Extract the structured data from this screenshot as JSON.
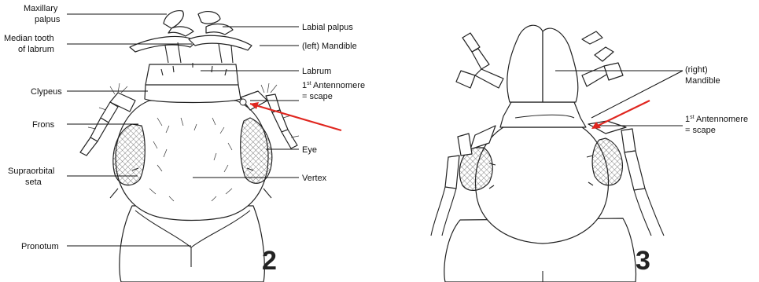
{
  "figure2": {
    "number": "2",
    "labels": {
      "maxillary_palpus_1": "Maxillary",
      "maxillary_palpus_2": "palpus",
      "median_tooth_1": "Median tooth",
      "median_tooth_2": "of labrum",
      "clypeus": "Clypeus",
      "frons": "Frons",
      "supraorbital_1": "Supraorbital",
      "supraorbital_2": "seta",
      "pronotum": "Pronotum",
      "labial_palpus": "Labial palpus",
      "left_mandible": "(left) Mandible",
      "labrum": "Labrum",
      "antennomere_num": "1",
      "antennomere_sup": "st",
      "antennomere_text": " Antennomere",
      "scape": "= scape",
      "eye": "Eye",
      "vertex": "Vertex"
    }
  },
  "figure3": {
    "number": "3",
    "labels": {
      "right_1": "(right)",
      "right_2": "Mandible",
      "antennomere_num": "1",
      "antennomere_sup": "st",
      "antennomere_text": " Antennomere",
      "scape": "= scape"
    }
  },
  "colors": {
    "arrow": "#e0261f",
    "ink": "#222222"
  }
}
